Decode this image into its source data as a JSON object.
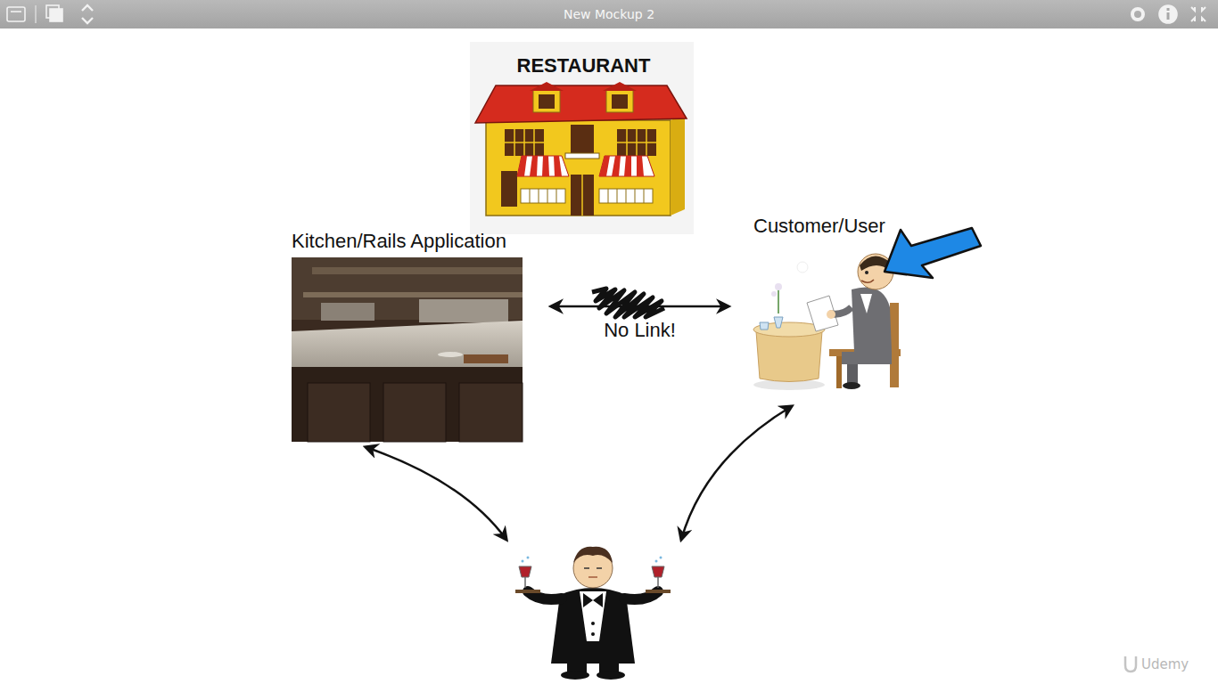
{
  "diagram": {
    "nodes": [
      {
        "text": [
          "RESTAURANT"
        ]
      },
      {
        "text": [
          "Kitchen/Rails Application"
        ]
      },
      {
        "text": [
          "Customer/User"
        ]
      }
    ],
    "edges": [
      {
        "from": 1,
        "to": 2,
        "arrow": "both",
        "label": "No Link!"
      }
    ],
    "labels": [
      "New Mockup 2",
      "Udemy"
    ]
  }
}
